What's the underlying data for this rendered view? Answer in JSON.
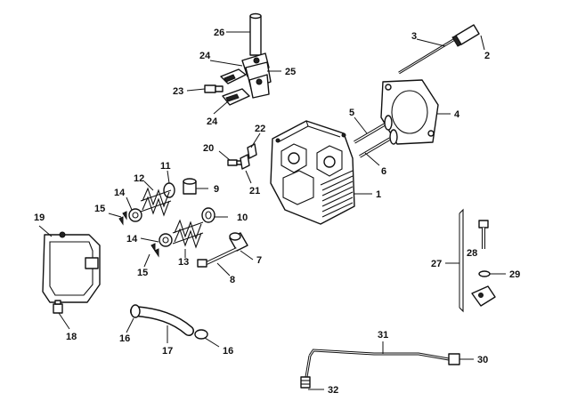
{
  "callouts": {
    "c1": "1",
    "c2": "2",
    "c3": "3",
    "c4": "4",
    "c5": "5",
    "c6": "6",
    "c7": "7",
    "c8": "8",
    "c9": "9",
    "c10": "10",
    "c11": "11",
    "c12": "12",
    "c13": "13",
    "c14a": "14",
    "c14b": "14",
    "c15a": "15",
    "c15b": "15",
    "c16a": "16",
    "c16b": "16",
    "c17": "17",
    "c18": "18",
    "c19": "19",
    "c20": "20",
    "c21": "21",
    "c22": "22",
    "c23": "23",
    "c24a": "24",
    "c24b": "24",
    "c25": "25",
    "c26": "26",
    "c27": "27",
    "c28": "28",
    "c29": "29",
    "c30": "30",
    "c31": "31",
    "c32": "32"
  }
}
